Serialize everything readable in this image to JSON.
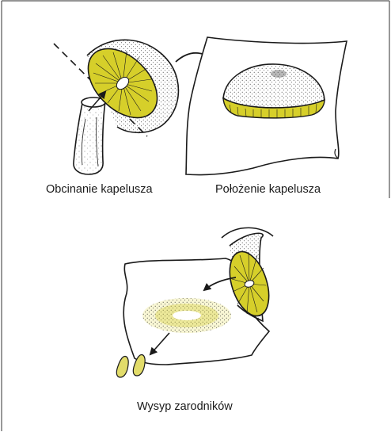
{
  "captions": {
    "step1": "Obcinanie kapelusza",
    "step2": "Położenie kapelusza",
    "step3": "Wysyp zarodników"
  },
  "colors": {
    "gill_yellow": "#d6cf2a",
    "ink": "#1a1a1a",
    "frame": "#555555",
    "paper": "#ffffff"
  },
  "icons": [
    "knife-cut-line",
    "arrow",
    "mushroom-cap",
    "mushroom-stem",
    "paper-sheet",
    "spore-print",
    "spores"
  ]
}
